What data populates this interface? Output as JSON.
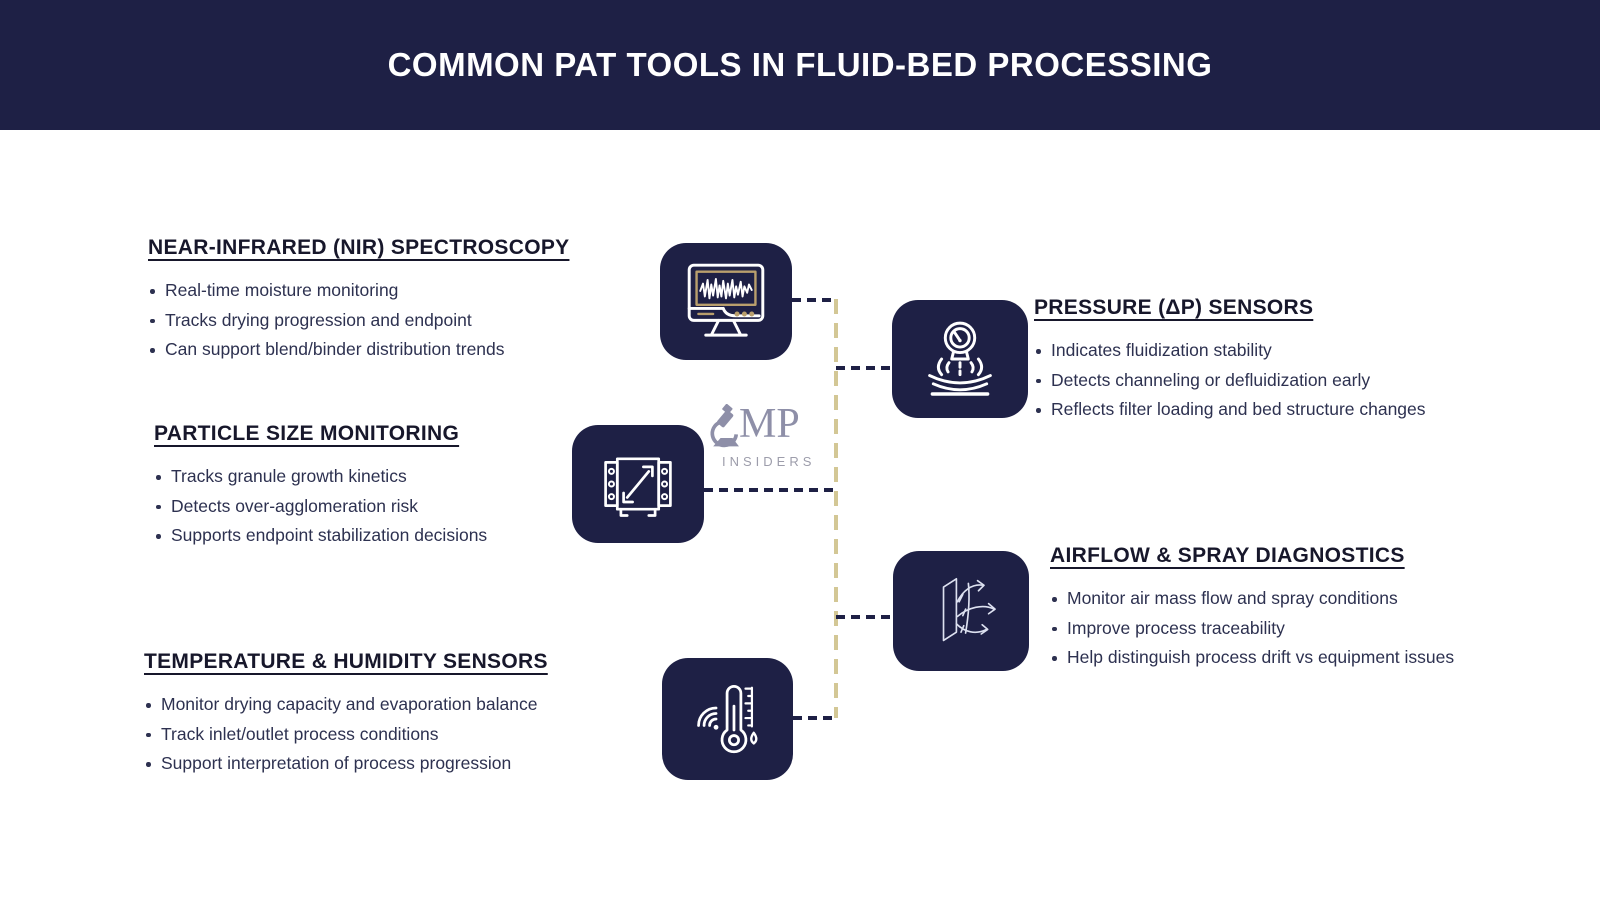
{
  "header": {
    "title": "COMMON PAT TOOLS IN FLUID-BED PROCESSING"
  },
  "watermark": {
    "mp": "MP",
    "subtitle": "INSIDERS"
  },
  "colors": {
    "navy": "#1e2045",
    "gold_dash": "#d3c795",
    "icon_gold": "#b99f6d",
    "heading_text": "#17172b",
    "body_text": "#2d3150",
    "logo_gray": "#8e8fa8"
  },
  "sections": [
    {
      "id": "nir",
      "title": "NEAR-INFRARED (NIR) SPECTROSCOPY",
      "icon": "nir-monitor-icon",
      "bullets": [
        "Real-time moisture monitoring",
        "Tracks drying progression and endpoint",
        "Can support blend/binder distribution trends"
      ]
    },
    {
      "id": "pressure",
      "title": "PRESSURE (ΔP) SENSORS",
      "icon": "pressure-gauge-icon",
      "bullets": [
        "Indicates fluidization stability",
        "Detects channeling or defluidization early",
        "Reflects filter loading and bed structure changes"
      ]
    },
    {
      "id": "particle",
      "title": "PARTICLE SIZE MONITORING",
      "icon": "particle-size-icon",
      "bullets": [
        "Tracks granule growth kinetics",
        "Detects over-agglomeration risk",
        "Supports endpoint stabilization decisions"
      ]
    },
    {
      "id": "airflow",
      "title": "AIRFLOW & SPRAY DIAGNOSTICS",
      "icon": "airflow-spray-icon",
      "bullets": [
        "Monitor air mass flow and spray conditions",
        "Improve process traceability",
        "Help distinguish process drift vs equipment issues"
      ]
    },
    {
      "id": "temperature",
      "title": "TEMPERATURE & HUMIDITY SENSORS",
      "icon": "temperature-humidity-icon",
      "bullets": [
        "Monitor drying capacity and evaporation balance",
        "Track inlet/outlet process conditions",
        "Support interpretation of process progression"
      ]
    }
  ]
}
